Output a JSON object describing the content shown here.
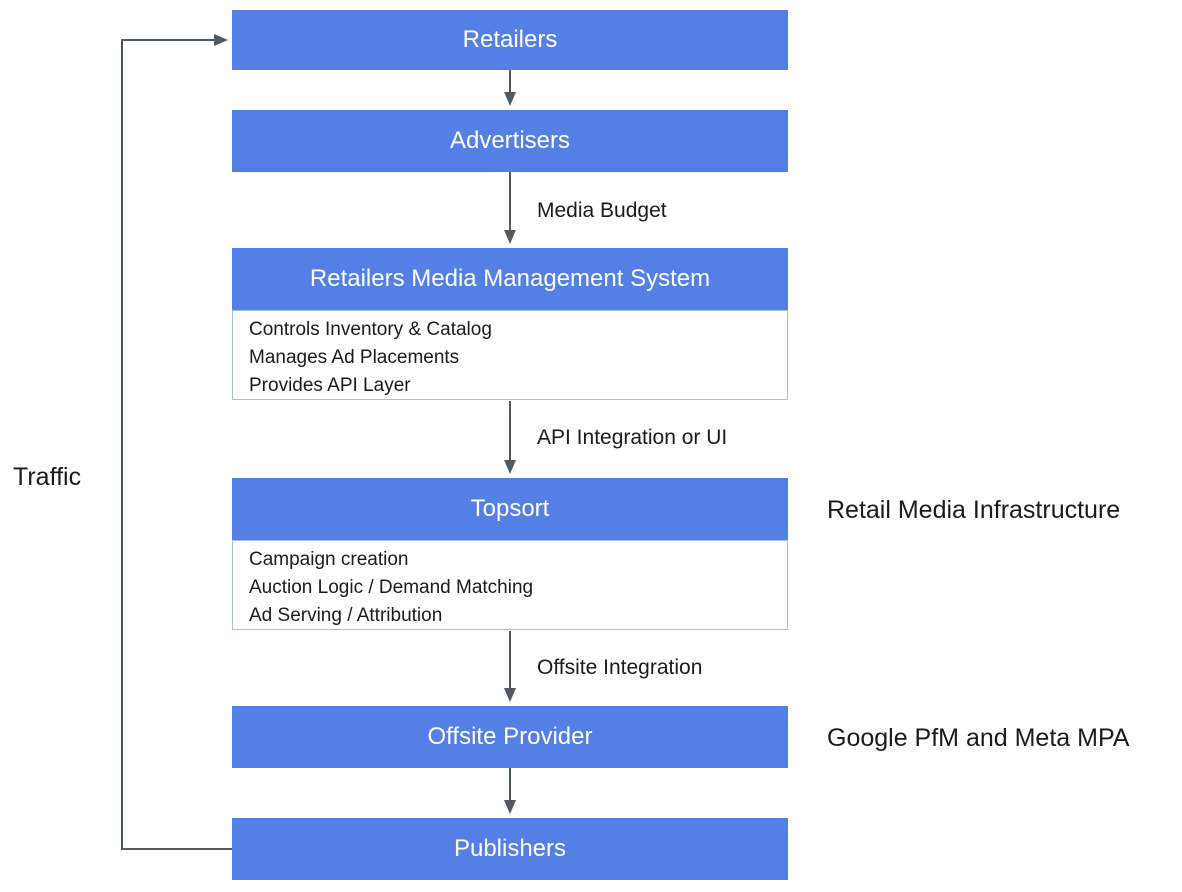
{
  "diagram": {
    "nodes": [
      {
        "id": "retailers",
        "label": "Retailers"
      },
      {
        "id": "advertisers",
        "label": "Advertisers"
      },
      {
        "id": "rmms",
        "label": "Retailers Media Management System",
        "details": [
          "Controls Inventory & Catalog",
          "Manages Ad Placements",
          "Provides API Layer"
        ]
      },
      {
        "id": "topsort",
        "label": "Topsort",
        "details": [
          "Campaign creation",
          "Auction Logic / Demand Matching",
          "Ad Serving / Attribution"
        ]
      },
      {
        "id": "offsite_provider",
        "label": "Offsite Provider"
      },
      {
        "id": "publishers",
        "label": "Publishers"
      }
    ],
    "edge_labels": {
      "advertisers_to_rmms": "Media Budget",
      "rmms_to_topsort": "API Integration or UI",
      "topsort_to_offsite": "Offsite Integration"
    },
    "annotations": {
      "traffic": "Traffic",
      "topsort_note": "Retail Media Infrastructure",
      "offsite_note": "Google PfM and Meta MPA"
    },
    "colors": {
      "node_fill": "#5480E6",
      "node_text": "#ffffff",
      "detail_box_border": "#A2C0DC",
      "connector": "#4E5A64",
      "label_text": "#1b1b1b",
      "background": "#ffffff"
    }
  }
}
